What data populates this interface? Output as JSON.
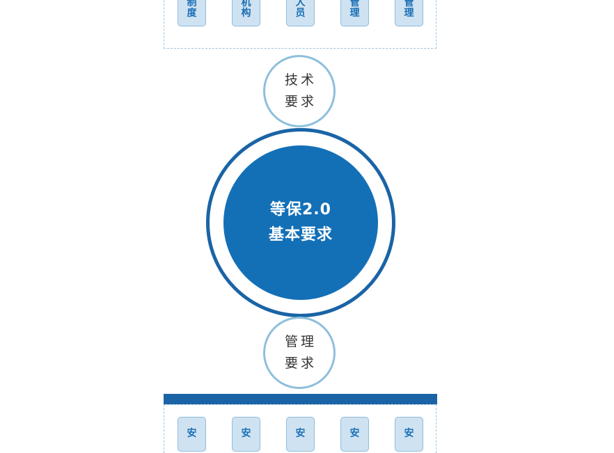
{
  "top_panel": {
    "items": [
      {
        "line1": "制",
        "line2": "度"
      },
      {
        "line1": "机",
        "line2": "构"
      },
      {
        "line1": "人",
        "line2": "员"
      },
      {
        "line1": "管",
        "line2": "理"
      },
      {
        "line1": "管",
        "line2": "理"
      }
    ]
  },
  "tech_circle": {
    "line1": "技术",
    "line2": "要求"
  },
  "core_circle": {
    "line1": "等保2.0",
    "line2": "基本要求"
  },
  "mgmt_circle": {
    "line1": "管理",
    "line2": "要求"
  },
  "bottom_panel": {
    "items": [
      {
        "line1": "安"
      },
      {
        "line1": "安"
      },
      {
        "line1": "安"
      },
      {
        "line1": "安"
      },
      {
        "line1": "安"
      }
    ]
  },
  "colors": {
    "primary": "#1370b7",
    "ring": "#1a64a6",
    "light_border": "#8ebfdc",
    "item_fill": "#cfe2f1"
  }
}
